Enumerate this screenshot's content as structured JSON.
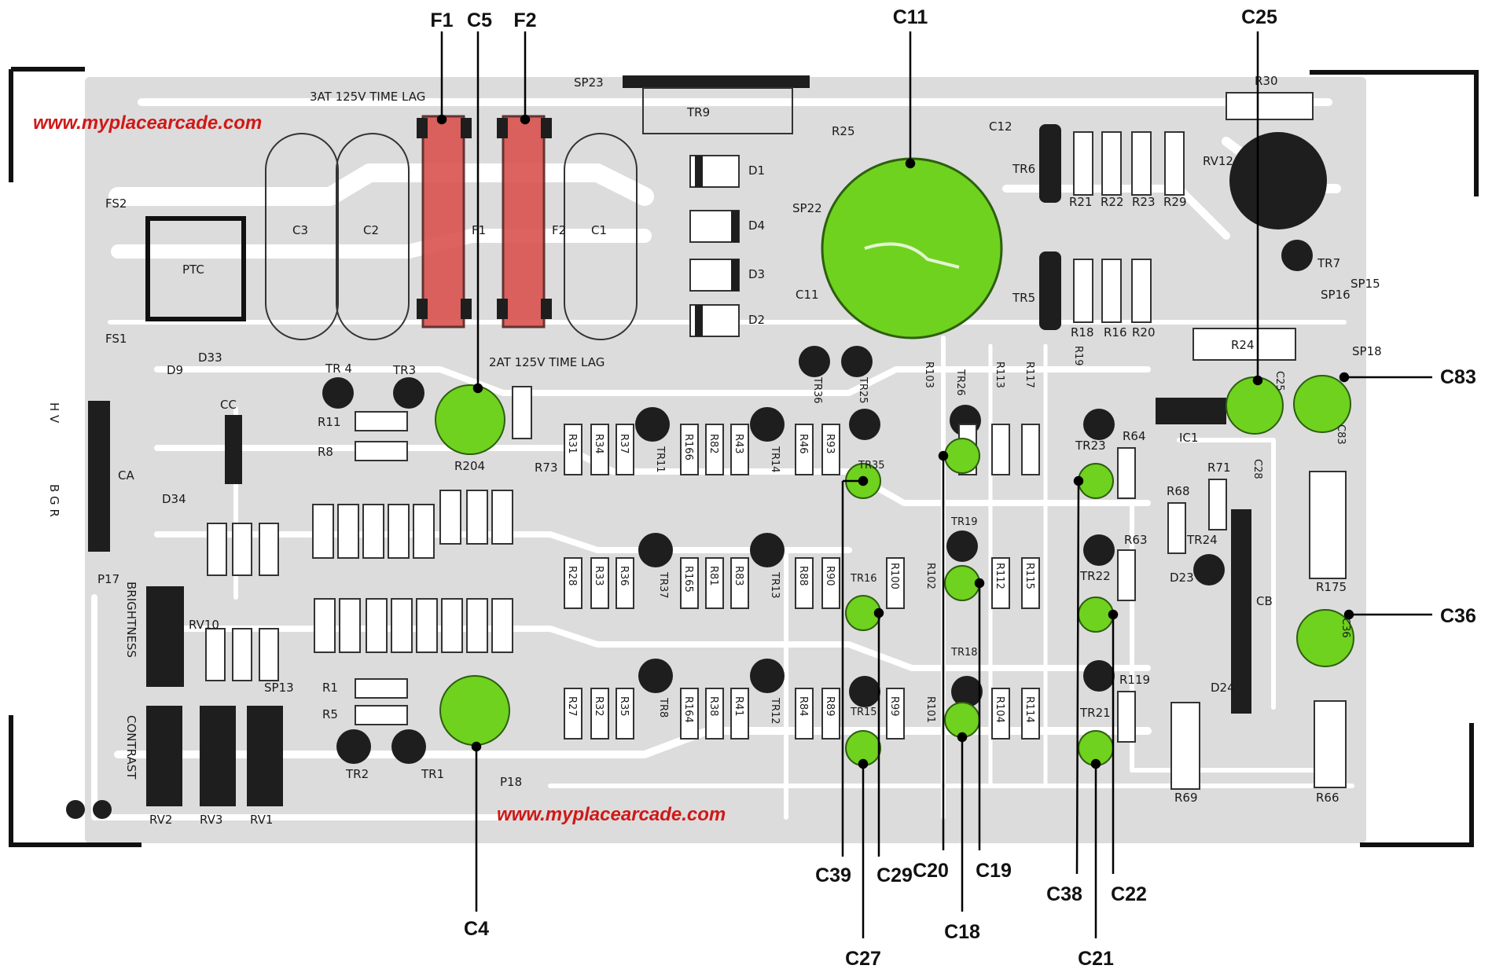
{
  "watermarks": [
    "www.myplacearcade.com",
    "www.myplacearcade.com"
  ],
  "colors": {
    "board": "#dcdcdc",
    "trace": "#ffffff",
    "component": "#1e1e1e",
    "highlight_capacitor": "#6fd21e",
    "highlight_fuse": "#d9534f",
    "callout_line": "#000000",
    "watermark": "#d01818"
  },
  "silkscreen": {
    "fuse_rating_top": "3AT 125V TIME LAG",
    "fuse_rating_bottom": "2AT 125V TIME LAG",
    "brightness": "BRIGHTNESS",
    "contrast": "CONTRAST",
    "ptc": "PTC",
    "c3": "C3",
    "c2": "C2",
    "c1": "C1",
    "f1": "F1",
    "f2": "F2",
    "fs1": "FS1",
    "fs2": "FS2",
    "sp23": "SP23",
    "tr9": "TR9",
    "r25": "R25",
    "c12": "C12",
    "tr6": "TR6",
    "r21": "R21",
    "r22": "R22",
    "r23": "R23",
    "r29": "R29",
    "r30": "R30",
    "rv12": "RV12",
    "tr7": "TR7",
    "tr5": "TR5",
    "r18": "R18",
    "r16": "R16",
    "r20": "R20",
    "r24": "R24",
    "sp15": "SP15",
    "sp16": "SP16",
    "sp18": "SP18",
    "d1": "D1",
    "d4": "D4",
    "d3": "D3",
    "d2": "D2",
    "sp22": "SP22",
    "c11": "C11",
    "ic1": "IC1",
    "tr23": "TR23",
    "r64": "R64",
    "r68": "R68",
    "r71": "R71",
    "r175": "R175",
    "tr24": "TR24",
    "cb": "CB",
    "d23": "D23",
    "d24": "D24",
    "r69": "R69",
    "r66": "R66",
    "tr22": "TR22",
    "r63": "R63",
    "tr21": "TR21",
    "r119": "R119",
    "tr4": "TR 4",
    "tr3": "TR3",
    "r11": "R11",
    "r8": "R8",
    "r204": "R204",
    "r73": "R73",
    "ca": "CA",
    "cc": "CC",
    "d9": "D9",
    "d33": "D33",
    "d34": "D34",
    "rv10": "RV10",
    "rv2": "RV2",
    "rv3": "RV3",
    "rv1": "RV1",
    "tr2": "TR2",
    "tr1": "TR1",
    "r1": "R1",
    "r5": "R5",
    "sp13": "SP13",
    "p17": "P17",
    "p18": "P18",
    "tr25": "TR25",
    "tr26": "TR26",
    "tr35": "TR35",
    "tr36": "TR36",
    "r103": "R103",
    "r113": "R113",
    "r117": "R117",
    "r31": "R31",
    "r34": "R34",
    "r37": "R37",
    "r166": "R166",
    "r82": "R82",
    "r43": "R43",
    "r46": "R46",
    "r93": "R93",
    "tr11": "TR11",
    "tr14": "TR14",
    "tr37": "TR37",
    "tr13": "TR13",
    "tr8": "TR8",
    "tr12": "TR12",
    "tr16": "TR16",
    "tr15": "TR15",
    "tr18": "TR18",
    "r28": "R28",
    "r33": "R33",
    "r36": "R36",
    "r165": "R165",
    "r81": "R81",
    "r83": "R83",
    "r88": "R88",
    "r90": "R90",
    "r100": "R100",
    "r102": "R102",
    "r112": "R112",
    "r115": "R115",
    "r27": "R27",
    "r32": "R32",
    "r35": "R35",
    "r164": "R164",
    "r38": "R38",
    "r41": "R41",
    "r84": "R84",
    "r89": "R89",
    "r99": "R99",
    "r101": "R101",
    "r104": "R104",
    "r114": "R114",
    "r19": "R19",
    "tr19": "TR19",
    "c83": "C83",
    "c36": "C36",
    "c25": "C25",
    "c28": "C28",
    "hv": "H V",
    "bgr": "B G R"
  },
  "callouts": {
    "f1": "F1",
    "c5": "C5",
    "f2": "F2",
    "c11": "C11",
    "c25": "C25",
    "c83": "C83",
    "c36": "C36",
    "c4": "C4",
    "c39": "C39",
    "c29": "C29",
    "c27": "C27",
    "c20": "C20",
    "c19": "C19",
    "c18": "C18",
    "c38": "C38",
    "c22": "C22",
    "c21": "C21"
  }
}
